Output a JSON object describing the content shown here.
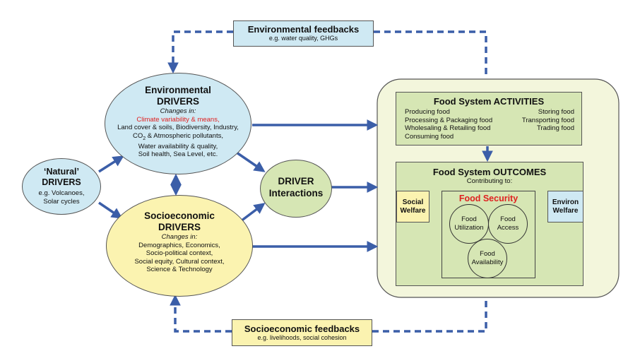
{
  "colors": {
    "arrow": "#3b5ea8",
    "light_blue": "#cfe9f3",
    "light_yellow": "#fbf3b0",
    "light_green": "#d6e6b4",
    "panel": "#f3f6dc",
    "highlight_red": "#e02020"
  },
  "environmental_feedbacks": {
    "title": "Environmental feedbacks",
    "subtitle": "e.g. water quality, GHGs"
  },
  "socioeconomic_feedbacks": {
    "title": "Socioeconomic feedbacks",
    "subtitle": "e.g. livelihoods, social cohesion"
  },
  "natural_drivers": {
    "title_line1": "‘Natural’",
    "title_line2": "DRIVERS",
    "text_line1": "e.g. Volcanoes,",
    "text_line2": "Solar cycles"
  },
  "environmental_drivers": {
    "title_line1": "Environmental",
    "title_line2": "DRIVERS",
    "changes_in": "Changes in:",
    "highlight": "Climate variability & means,",
    "line1": "Land cover & soils, Biodiversity, Industry,",
    "co2_prefix": "CO",
    "co2_subscript": "2",
    "co2_rest": " & Atmospheric pollutants,",
    "line3": "Water availability & quality,",
    "line4": "Soil health, Sea Level, etc."
  },
  "socioeconomic_drivers": {
    "title_line1": "Socioeconomic",
    "title_line2": "DRIVERS",
    "changes_in": "Changes in:",
    "line1": "Demographics, Economics,",
    "line2": "Socio-political context,",
    "line3": "Social equity, Cultural context,",
    "line4": "Science & Technology"
  },
  "driver_interactions": {
    "line1": "DRIVER",
    "line2": "Interactions"
  },
  "activities": {
    "title": "Food System ACTIVITIES",
    "left_items": [
      "Producing food",
      "Processing & Packaging food",
      "Wholesaling & Retailing food",
      "Consuming food"
    ],
    "right_items": [
      "Storing food",
      "Transporting food",
      "Trading food"
    ]
  },
  "outcomes": {
    "title": "Food System OUTCOMES",
    "subtitle": "Contributing to:"
  },
  "social_welfare": {
    "line1": "Social",
    "line2": "Welfare"
  },
  "environ_welfare": {
    "line1": "Environ",
    "line2": "Welfare"
  },
  "food_security": {
    "title": "Food Security",
    "utilization": {
      "line1": "Food",
      "line2": "Utilization"
    },
    "access": {
      "line1": "Food",
      "line2": "Access"
    },
    "availability": {
      "line1": "Food",
      "line2": "Availability"
    }
  }
}
